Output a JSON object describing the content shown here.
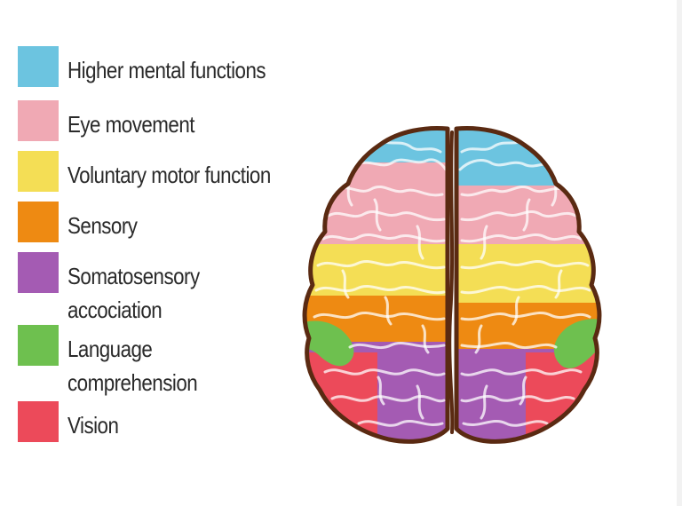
{
  "legend": {
    "items": [
      {
        "key": "higher",
        "lines": [
          "Higher mental functions"
        ],
        "color": "#6cc4e0"
      },
      {
        "key": "eye",
        "lines": [
          "Eye movement"
        ],
        "color": "#f0a9b4"
      },
      {
        "key": "motor",
        "lines": [
          "Voluntary motor function"
        ],
        "color": "#f4de55"
      },
      {
        "key": "sensory",
        "lines": [
          "Sensory"
        ],
        "color": "#ee8a12"
      },
      {
        "key": "somato",
        "lines": [
          "Somatosensory",
          "accociation"
        ],
        "color": "#a45bb3"
      },
      {
        "key": "language",
        "lines": [
          "Language",
          "comprehension"
        ],
        "color": "#6ec04f"
      },
      {
        "key": "vision",
        "lines": [
          "Vision"
        ],
        "color": "#ec4a5a"
      }
    ]
  },
  "brain": {
    "outline_color": "#5a2a12",
    "fold_color": "#ffffff"
  }
}
